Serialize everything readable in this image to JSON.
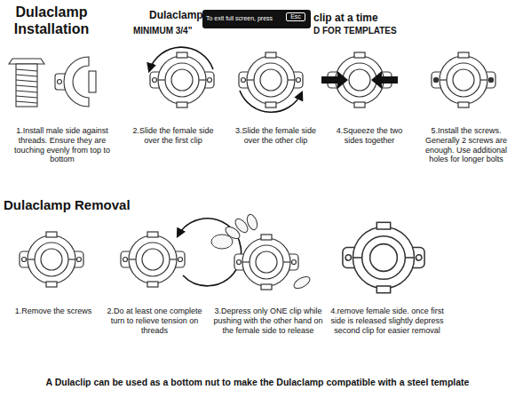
{
  "diagram": {
    "title": "Dulaclamp Installation",
    "caption": "A Dulaclip can be used as a bottom nut to make the Dulaclamp compatible with a steel template",
    "labels": [
      "Dulaclamp",
      "To exit full screen, press",
      "Esc",
      "clip at a time",
      "MINIMUM 3/4\"",
      "D FOR TEMPLATES",
      "1.Install male side against threads.  Ensure they are touching evenly from top to bottom",
      "2.Slide the female side over the first clip",
      "3.Slide the female side over the other clip",
      "4.Squeeze the two sides together",
      "5.Install the screws.  Generally 2 screws are enough.  Use additional holes for longer bolts",
      "Dulaclamp Removal",
      "1.Remove the screws",
      "2.Do at least one complete turn to relieve tension on threads",
      "3.Depress only ONE clip while pushing with the other hand on the female side to release",
      "4.remove female side.  once first side is released slightly depress second clip for easier removal"
    ]
  }
}
